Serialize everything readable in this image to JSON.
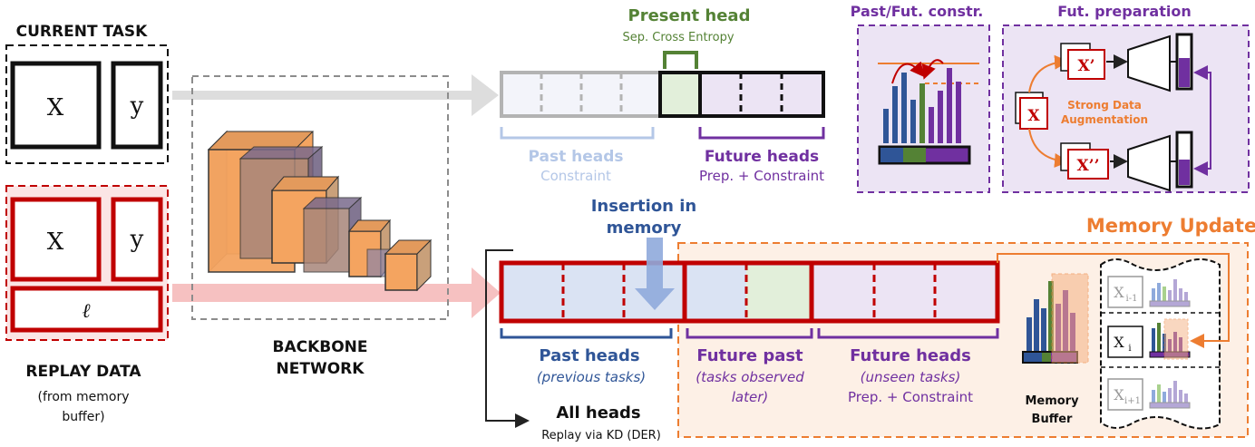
{
  "current_task": {
    "title": "CURRENT TASK",
    "x": "X",
    "y": "y"
  },
  "replay_data": {
    "title": "REPLAY DATA",
    "subtitle_line1": "(from memory",
    "subtitle_line2": "buffer)",
    "x": "X",
    "y": "y",
    "logits": "ℓ"
  },
  "backbone": {
    "line1": "BACKBONE",
    "line2": "NETWORK"
  },
  "present_head": {
    "title": "Present head",
    "subtitle": "Sep. Cross Entropy"
  },
  "upper_heads": {
    "past_title": "Past heads",
    "past_sub": "Constraint",
    "future_title": "Future heads",
    "future_sub": "Prep. + Constraint"
  },
  "past_fut_constr": {
    "title": "Past/Fut. constr."
  },
  "fut_preparation": {
    "title": "Fut. preparation",
    "x": "X",
    "x_prime": "X’",
    "x_double_prime": "X’’",
    "aug_line1": "Strong Data",
    "aug_line2": "Augmentation"
  },
  "insertion": {
    "line1": "Insertion in",
    "line2": "memory"
  },
  "memory_update": {
    "title": "Memory Update",
    "buffer_line1": "Memory",
    "buffer_line2": "Buffer",
    "items": [
      {
        "base": "X",
        "sub": "i-1"
      },
      {
        "base": "X",
        "sub": "i"
      },
      {
        "base": "X",
        "sub": "i+1"
      }
    ]
  },
  "lower_heads": {
    "past_title": "Past heads",
    "past_sub": "(previous tasks)",
    "future_past_title": "Future past",
    "future_past_sub1": "(tasks observed",
    "future_past_sub2": "later)",
    "future_title": "Future heads",
    "future_sub1": "(unseen tasks)",
    "future_sub2": "Prep. + Constraint"
  },
  "all_heads": {
    "title": "All heads",
    "subtitle": "Replay via KD (DER)"
  },
  "colors": {
    "red": "#c00000",
    "orange": "#ed7d31",
    "purple": "#7030a0",
    "green": "#548235",
    "blue": "#2f5597",
    "past_light": "#b4c7e7",
    "present_green": "#548235"
  }
}
